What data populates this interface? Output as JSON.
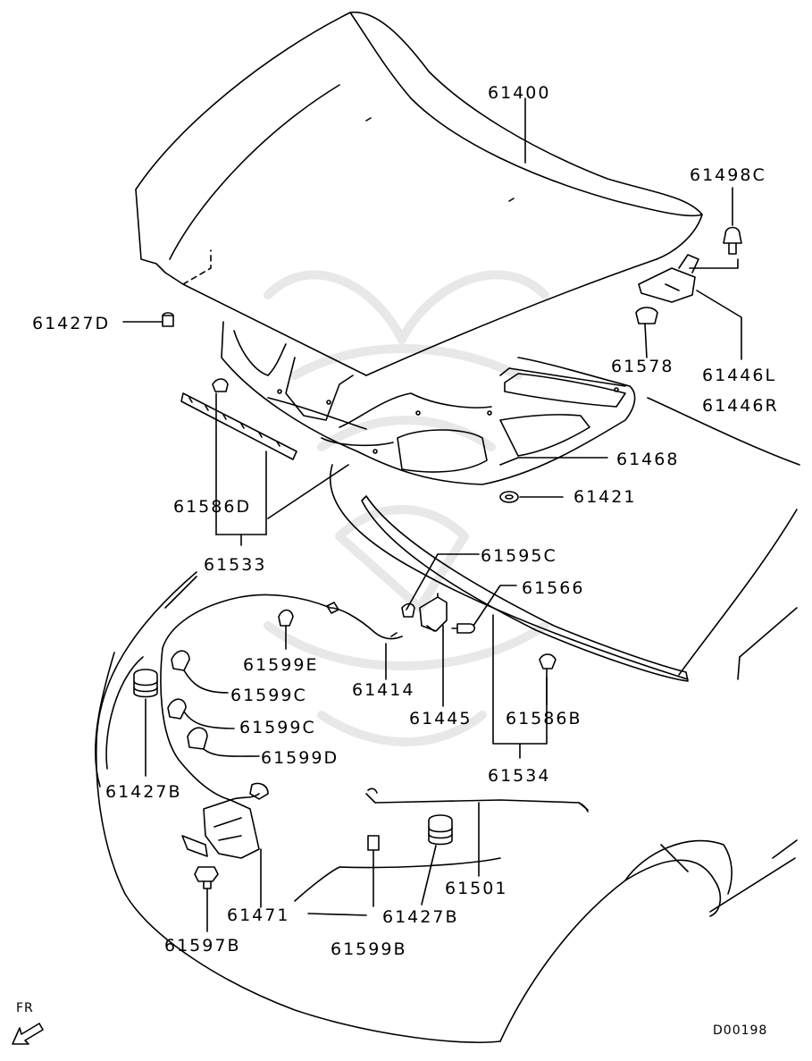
{
  "colors": {
    "line": "#000000",
    "watermark": "#e6e6e6",
    "background": "#ffffff"
  },
  "labels": {
    "p61400": "61400",
    "p61498C": "61498C",
    "p61427D_top": "61427D",
    "p61578": "61578",
    "p61446L": "61446L",
    "p61446R": "61446R",
    "p61468": "61468",
    "p61421": "61421",
    "p61586D": "61586D",
    "p61533": "61533",
    "p61595C": "61595C",
    "p61566": "61566",
    "p61599E": "61599E",
    "p61414": "61414",
    "p61599C_a": "61599C",
    "p61599C_b": "61599C",
    "p61599D": "61599D",
    "p61445": "61445",
    "p61586B": "61586B",
    "p61534": "61534",
    "p61427B_left": "61427B",
    "p61501": "61501",
    "p61471": "61471",
    "p61427B_bottom": "61427B",
    "p61597B": "61597B",
    "p61599B": "61599B"
  },
  "direction_marker": "FR",
  "diagram_code": "D00198",
  "icons": {
    "direction": "arrow-fr-icon",
    "watermark": "logo-watermark"
  }
}
